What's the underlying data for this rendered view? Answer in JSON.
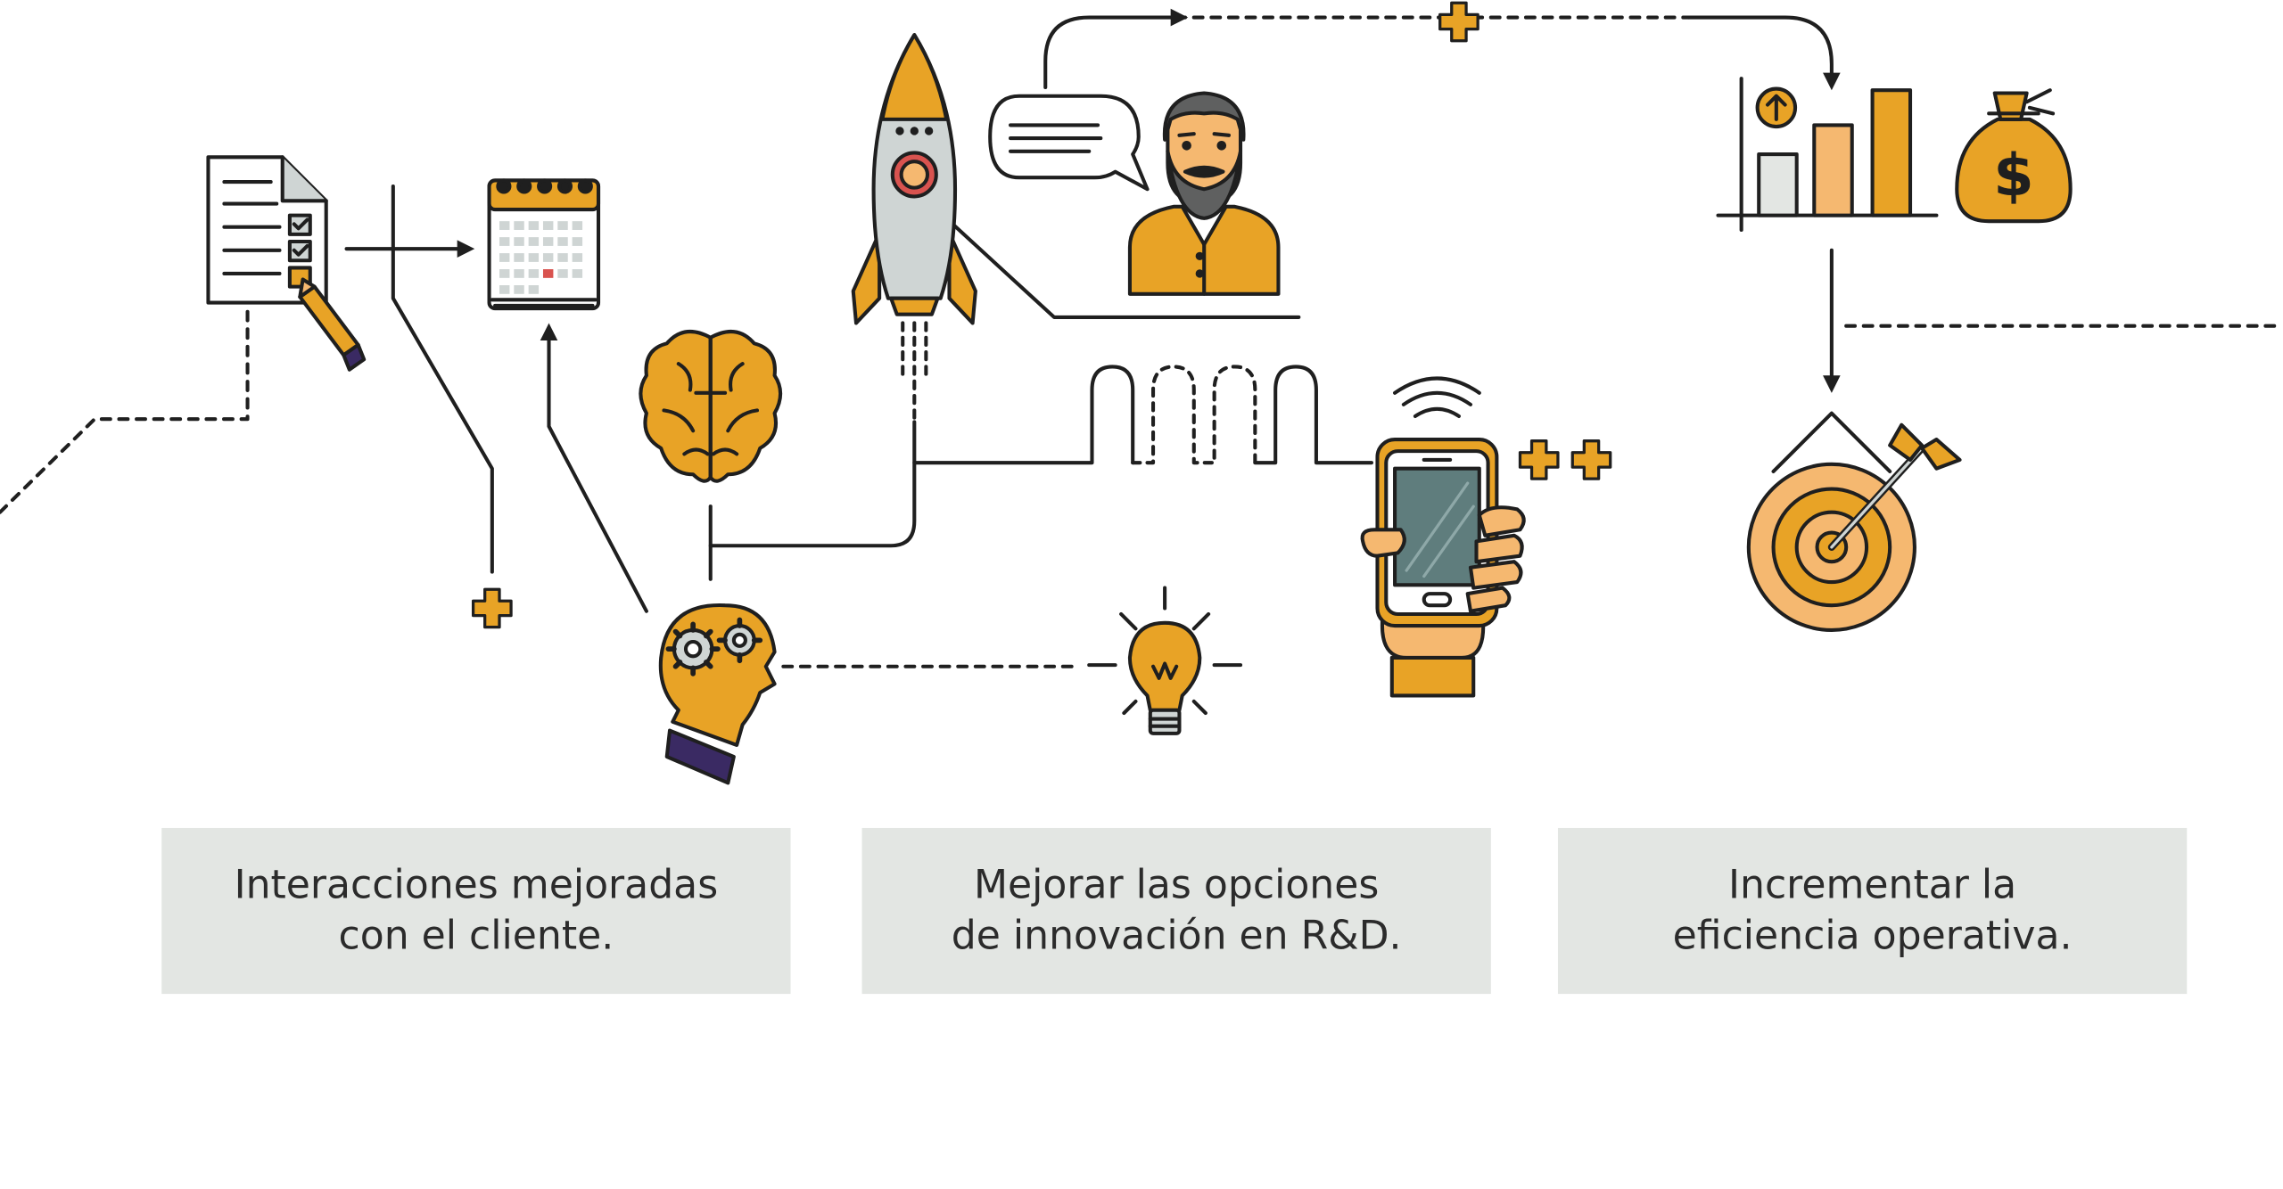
{
  "captions": [
    {
      "text": "Interacciones mejoradas\ncon el cliente."
    },
    {
      "text": "Mejorar las opciones\nde innovación en R&D."
    },
    {
      "text": "Incrementar la\neficiencia operativa."
    }
  ],
  "money_symbol": "$",
  "colors": {
    "orange": "#e8a326",
    "light_orange": "#f5b870",
    "line": "#1f1f1f",
    "caption_bg": "#e3e6e3",
    "caption_text": "#2b2b2b",
    "teal_screen": "#5f7d7d",
    "red_marker": "#d9534f",
    "navy": "#3a2a63"
  },
  "icons": [
    "checklist-icon",
    "pencil-icon",
    "calendar-icon",
    "rocket-icon",
    "speech-bubble-icon",
    "bearded-man-icon",
    "brain-icon",
    "gears-head-icon",
    "lightbulb-icon",
    "smartphone-icon",
    "bar-chart-icon",
    "money-bag-icon",
    "target-icon"
  ]
}
